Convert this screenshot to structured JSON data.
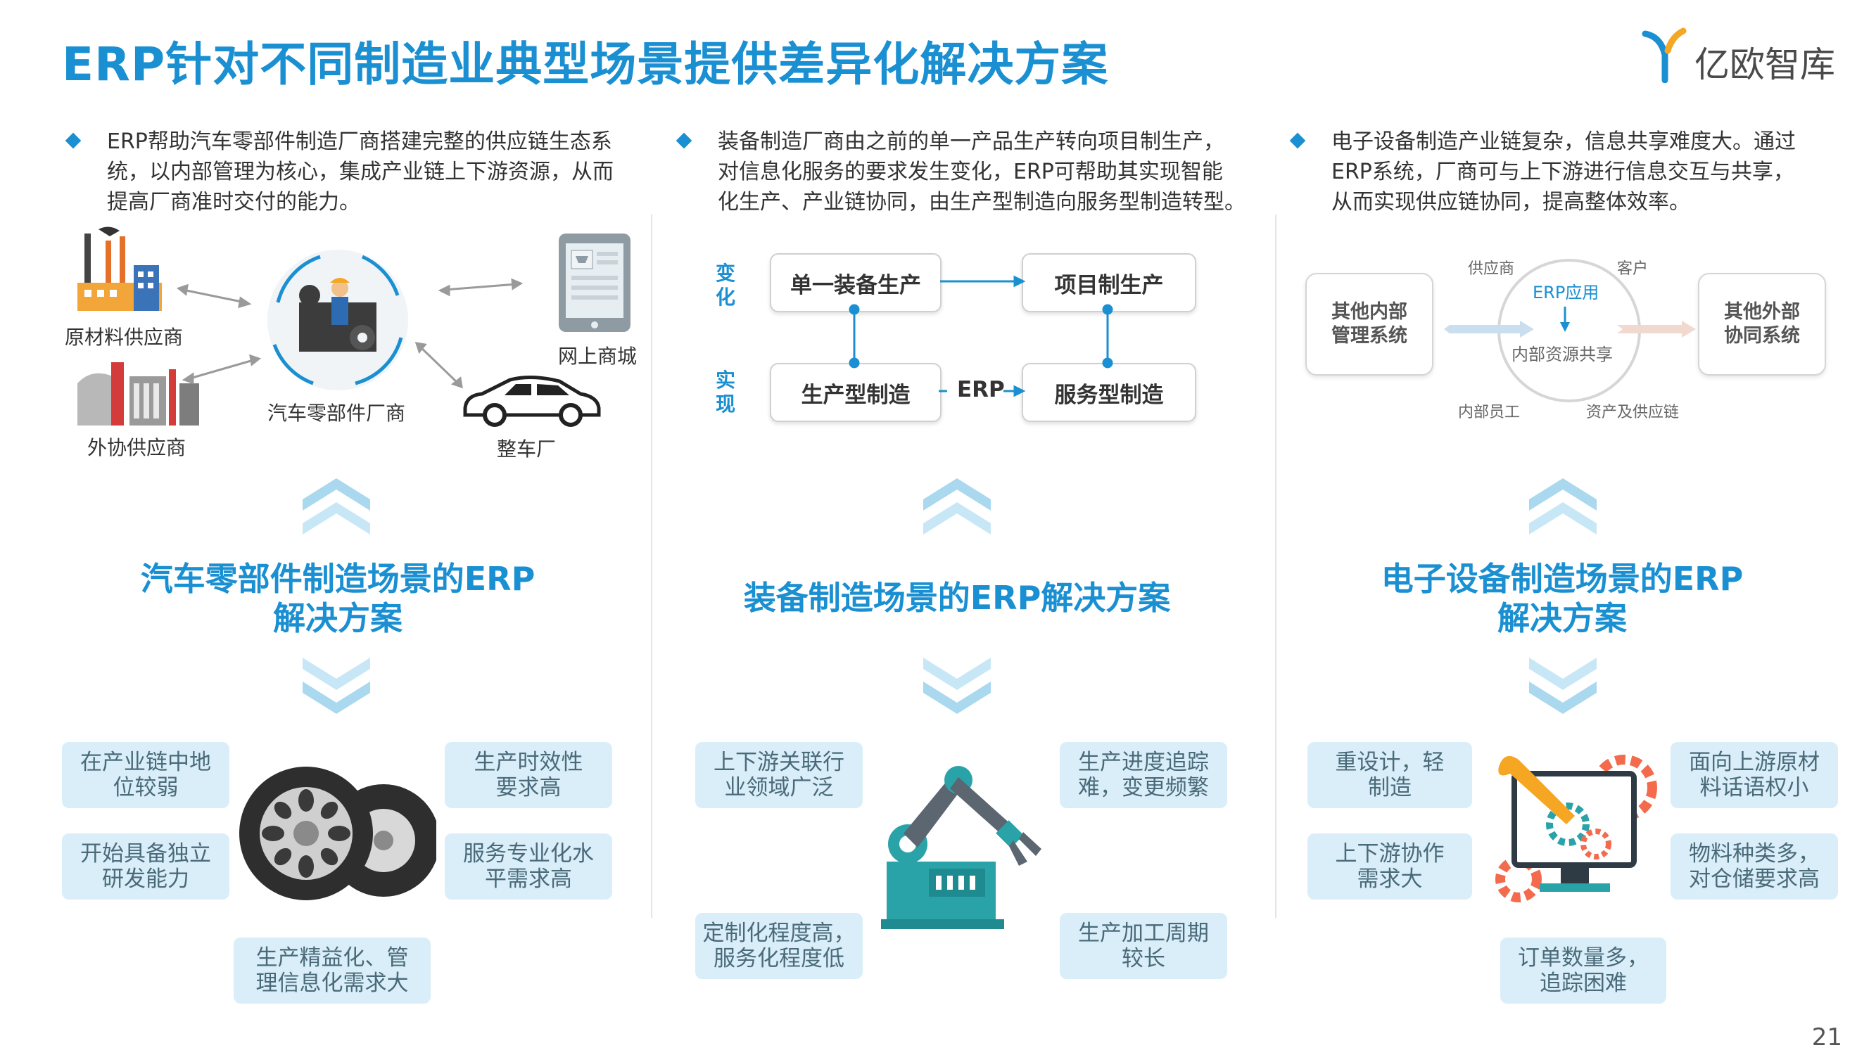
{
  "title": "ERP针对不同制造业典型场景提供差异化解决方案",
  "logo": {
    "text": "亿欧智库"
  },
  "page_number": "21",
  "col1": {
    "bullet": [
      "ERP帮助汽车零部件制造厂商搭建完整的供应链生态系",
      "统，以内部管理为核心，集成产业链上下游资源，从而",
      "提高厂商准时交付的能力。"
    ],
    "labels": {
      "raw": "原材料供应商",
      "outsource": "外协供应商",
      "center": "汽车零部件厂商",
      "mall": "网上商城",
      "oem": "整车厂"
    },
    "section_title": [
      "汽车零部件制造场景的ERP",
      "解决方案"
    ],
    "tags": [
      [
        "在产业链中地",
        "位较弱"
      ],
      [
        "生产时效性",
        "要求高"
      ],
      [
        "开始具备独立",
        "研发能力"
      ],
      [
        "服务专业化水",
        "平需求高"
      ],
      [
        "生产精益化、管",
        "理信息化需求大"
      ]
    ]
  },
  "col2": {
    "bullet": [
      "装备制造厂商由之前的单一产品生产转向项目制生产，",
      "对信息化服务的要求发生变化，ERP可帮助其实现智能",
      "化生产、产业链协同，由生产型制造向服务型制造转型。"
    ],
    "side_labels": {
      "change": "变化",
      "realize": "实现"
    },
    "flow": {
      "box1": "单一装备生产",
      "box2": "项目制生产",
      "box3": "生产型制造",
      "box4": "服务型制造",
      "mid": "ERP"
    },
    "section_title": [
      "装备制造场景的ERP解决方案"
    ],
    "tags": [
      [
        "上下游关联行",
        "业领域广泛"
      ],
      [
        "生产进度追踪",
        "难，变更频繁"
      ],
      [
        "定制化程度高，",
        "服务化程度低"
      ],
      [
        "生产加工周期",
        "较长"
      ]
    ]
  },
  "col3": {
    "bullet": [
      "电子设备制造产业链复杂，信息共享难度大。通过",
      "ERP系统，厂商可与上下游进行信息交互与共享，",
      "从而实现供应链协同，提高整体效率。"
    ],
    "left_box": [
      "其他内部",
      "管理系统"
    ],
    "right_box": [
      "其他外部",
      "协同系统"
    ],
    "circle": {
      "supplier": "供应商",
      "customer": "客户",
      "erp": "ERP应用",
      "share": "内部资源共享",
      "staff": "内部员工",
      "assets": "资产及供应链"
    },
    "section_title": [
      "电子设备制造场景的ERP",
      "解决方案"
    ],
    "tags": [
      [
        "重设计，轻",
        "制造"
      ],
      [
        "面向上游原材",
        "料话语权小"
      ],
      [
        "上下游协作",
        "需求大"
      ],
      [
        "物料种类多，",
        "对仓储要求高"
      ],
      [
        "订单数量多，",
        "追踪困难"
      ]
    ]
  },
  "colors": {
    "accent": "#1a8fd1",
    "tag_bg": "#d9eef8",
    "gear_orange": "#f36b4c",
    "teal": "#2aa3a8"
  }
}
